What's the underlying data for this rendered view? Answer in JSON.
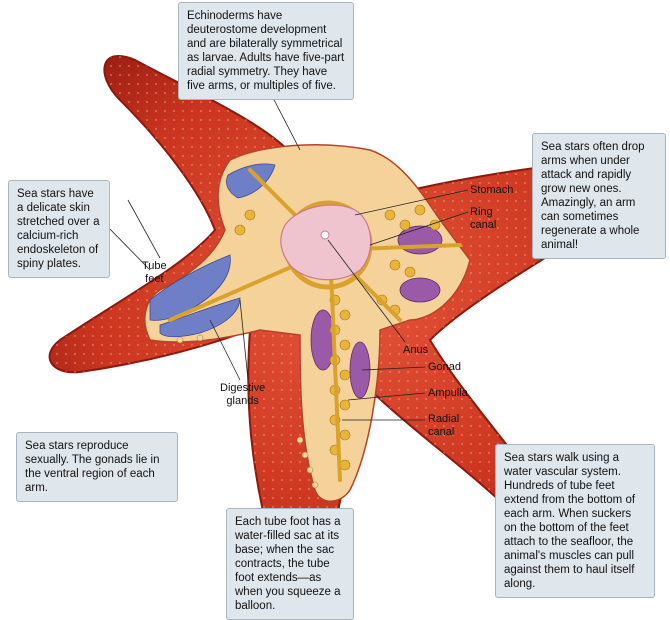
{
  "callouts": {
    "top": "Echinoderms have deuterostome development and are bilaterally symmetrical as larvae. Adults have five-part radial symmetry. They have five arms, or multiples of five.",
    "left": "Sea stars have a delicate skin stretched over a calcium-rich endoskeleton of spiny plates.",
    "right": "Sea stars often drop arms when under attack and rapidly grow new ones. Amazingly, an arm can sometimes regenerate a whole animal!",
    "bottom_left": "Sea stars reproduce sexually. The gonads lie in the ventral region of each arm.",
    "bottom_center": "Each tube foot has a water-filled sac at its base; when the sac contracts, the tube foot extends—as when you squeeze a balloon.",
    "bottom_right": "Sea stars walk using a water vascular system. Hundreds of tube feet extend from the bottom of each arm. When suckers on the bottom of the feet attach to the seafloor, the animal's muscles can pull against them to haul itself along."
  },
  "labels": {
    "stomach": "Stomach",
    "ring_canal": "Ring\ncanal",
    "tube_feet": "Tube\nfeet",
    "anus": "Anus",
    "gonad": "Gonad",
    "ampulla": "Ampulla",
    "radial_canal": "Radial\ncanal",
    "digestive_glands": "Digestive\nglands"
  },
  "colors": {
    "body_red": "#d23a24",
    "body_dark": "#9e1f14",
    "interior_yellow": "#e8b43a",
    "gland_blue": "#6f7fc7",
    "gonad_purple": "#9a5aa8",
    "stomach_pink": "#f0c4cf",
    "callout_bg": "#dfe6ec"
  }
}
